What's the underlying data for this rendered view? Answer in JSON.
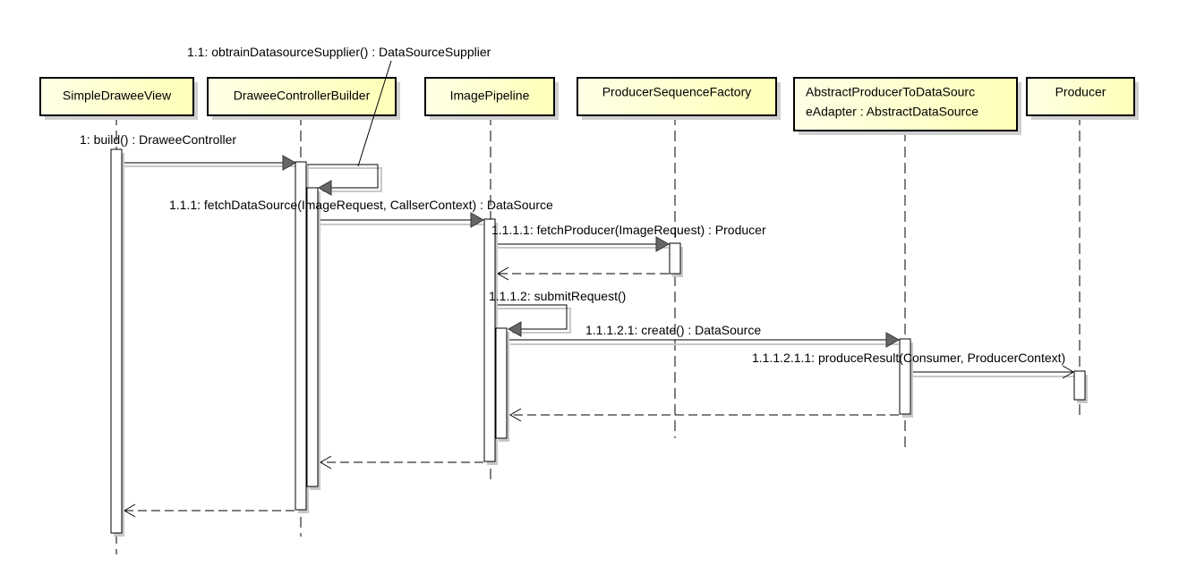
{
  "colors": {
    "box_fill": "#FFFFCC",
    "line": "#000000",
    "shadow": "#C8C8C8",
    "arrowhead": "#666666"
  },
  "participants": [
    {
      "id": "simpledraweeview",
      "lines": [
        "SimpleDraweeView"
      ]
    },
    {
      "id": "draweecontrollerbuilder",
      "lines": [
        "DraweeControllerBuilder"
      ]
    },
    {
      "id": "imagepipeline",
      "lines": [
        "ImagePipeline"
      ]
    },
    {
      "id": "producersequencefactory",
      "lines": [
        "ProducerSequenceFactory"
      ]
    },
    {
      "id": "abstractproducertodatasourceadapter",
      "lines": [
        "AbstractProducerToDataSourc",
        "eAdapter : AbstractDataSource"
      ]
    },
    {
      "id": "producer",
      "lines": [
        "Producer"
      ]
    }
  ],
  "messages": [
    {
      "id": "m1",
      "label": "1: build() : DraweeController"
    },
    {
      "id": "m1-1",
      "label": "1.1: obtrainDatasourceSupplier() : DataSourceSupplier"
    },
    {
      "id": "m1-1-1",
      "label": "1.1.1: fetchDataSource(ImageRequest, CallserContext) : DataSource"
    },
    {
      "id": "m1-1-1-1",
      "label": "1.1.1.1: fetchProducer(ImageRequest) : Producer"
    },
    {
      "id": "m1-1-1-2",
      "label": "1.1.1.2: submitRequest()"
    },
    {
      "id": "m1-1-1-2-1",
      "label": "1.1.1.2.1: create() : DataSource"
    },
    {
      "id": "m1-1-1-2-1-1",
      "label": "1.1.1.2.1.1: produceResult(Consumer, ProducerContext)"
    }
  ]
}
